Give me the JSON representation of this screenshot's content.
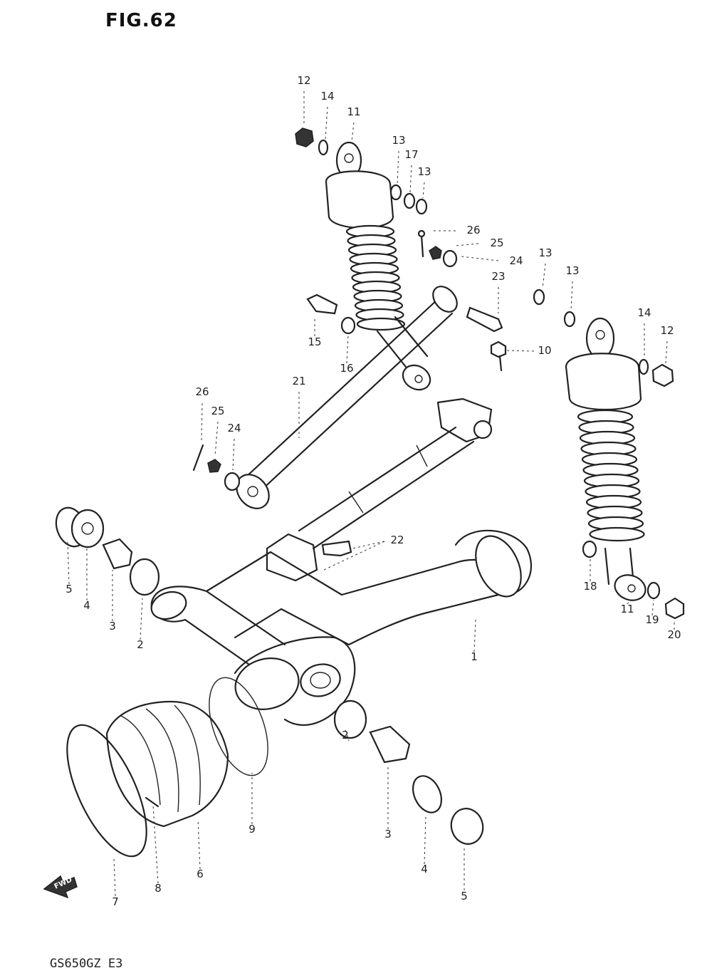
{
  "figure": {
    "title": "FIG.62",
    "model_code": "GS650GZ E3",
    "direction_mark": "FWD"
  },
  "callouts": [
    {
      "label": "12"
    },
    {
      "label": "14"
    },
    {
      "label": "11"
    },
    {
      "label": "13"
    },
    {
      "label": "17"
    },
    {
      "label": "13"
    },
    {
      "label": "26"
    },
    {
      "label": "25"
    },
    {
      "label": "24"
    },
    {
      "label": "13"
    },
    {
      "label": "13"
    },
    {
      "label": "23"
    },
    {
      "label": "15"
    },
    {
      "label": "16"
    },
    {
      "label": "10"
    },
    {
      "label": "14"
    },
    {
      "label": "12"
    },
    {
      "label": "21"
    },
    {
      "label": "26"
    },
    {
      "label": "25"
    },
    {
      "label": "24"
    },
    {
      "label": "22"
    },
    {
      "label": "5"
    },
    {
      "label": "4"
    },
    {
      "label": "3"
    },
    {
      "label": "2"
    },
    {
      "label": "18"
    },
    {
      "label": "11"
    },
    {
      "label": "19"
    },
    {
      "label": "20"
    },
    {
      "label": "1"
    },
    {
      "label": "2"
    },
    {
      "label": "9"
    },
    {
      "label": "3"
    },
    {
      "label": "6"
    },
    {
      "label": "4"
    },
    {
      "label": "8"
    },
    {
      "label": "7"
    },
    {
      "label": "5"
    }
  ]
}
